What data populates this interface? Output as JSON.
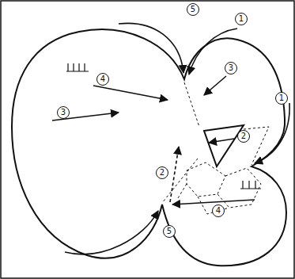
{
  "diagram": {
    "labels": [
      "5",
      "1",
      "3",
      "4",
      "1",
      "3",
      "2",
      "2",
      "4",
      "5"
    ]
  }
}
